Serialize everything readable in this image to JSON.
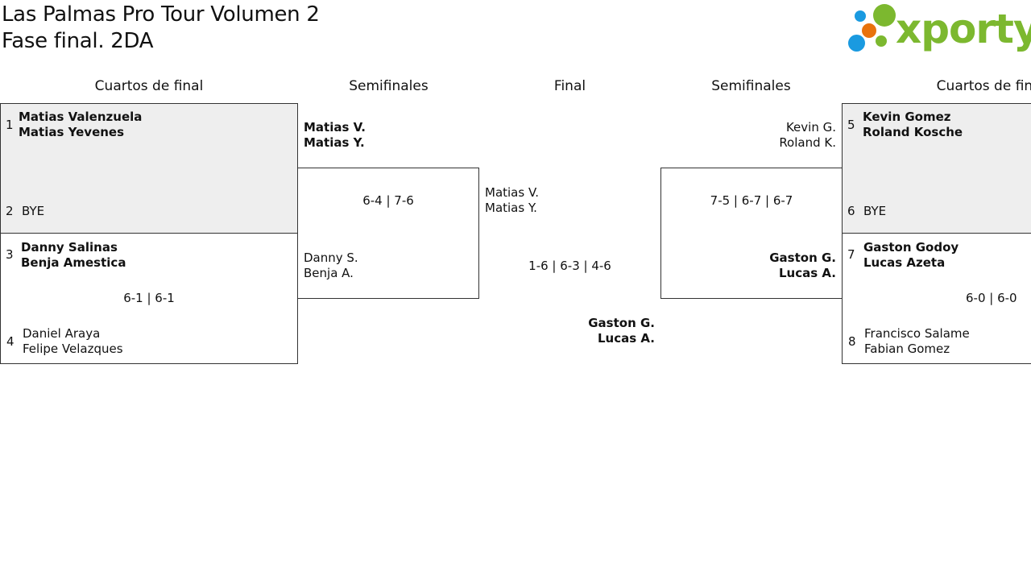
{
  "header": {
    "title_line1": "Las Palmas Pro Tour Volumen 2",
    "title_line2": "Fase final. 2DA"
  },
  "logo": {
    "text": "xporty",
    "colors": {
      "green": "#7cb82f",
      "blue": "#1a9ae0",
      "orange": "#e8720c"
    }
  },
  "rounds": {
    "left_quarter": "Cuartos de final",
    "left_semi": "Semifinales",
    "final": "Final",
    "right_semi": "Semifinales",
    "right_quarter": "Cuartos de final"
  },
  "left_quarter": {
    "m1": {
      "seed_a": "1",
      "a1": "Matias Valenzuela",
      "a2": "Matias Yevenes",
      "seed_b": "2",
      "b1": "BYE"
    },
    "m2": {
      "seed_a": "3",
      "a1": "Danny Salinas",
      "a2": "Benja Amestica",
      "score": "6-1 | 6-1",
      "seed_b": "4",
      "b1": "Daniel Araya",
      "b2": "Felipe Velazques"
    }
  },
  "left_semi": {
    "a1": "Matias V.",
    "a2": "Matias Y.",
    "score": "6-4 | 7-6",
    "b1": "Danny S.",
    "b2": "Benja A."
  },
  "final": {
    "a1": "Matias V.",
    "a2": "Matias Y.",
    "score": "1-6 | 6-3 | 4-6",
    "b1": "Gaston G.",
    "b2": "Lucas A."
  },
  "right_semi": {
    "a1": "Kevin G.",
    "a2": "Roland K.",
    "score": "7-5 | 6-7 | 6-7",
    "b1": "Gaston G.",
    "b2": "Lucas A."
  },
  "right_quarter": {
    "m1": {
      "seed_a": "5",
      "a1": "Kevin Gomez",
      "a2": "Roland Kosche",
      "seed_b": "6",
      "b1": "BYE"
    },
    "m2": {
      "seed_a": "7",
      "a1": "Gaston Godoy",
      "a2": "Lucas Azeta",
      "score": "6-0 | 6-0",
      "seed_b": "8",
      "b1": "Francisco Salame",
      "b2": "Fabian Gomez"
    }
  }
}
